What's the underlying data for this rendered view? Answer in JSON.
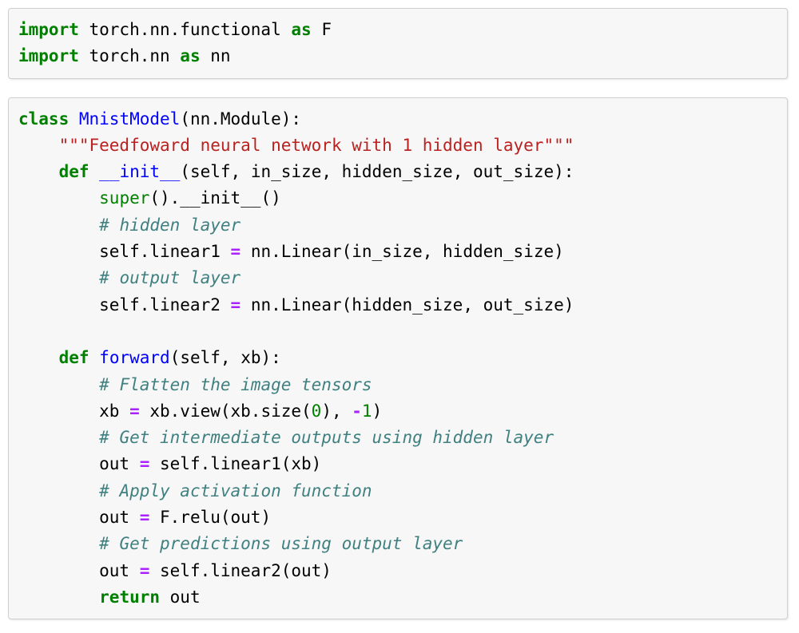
{
  "page": {
    "background": "#ffffff",
    "kind": "notebook-code-cells"
  },
  "theme": {
    "cell_background": "#f7f7f7",
    "cell_border": "#cfcfcf",
    "text": "#000000",
    "keyword": "#008000",
    "class_name": "#0000ff",
    "function_name": "#0000ff",
    "builtin": "#008000",
    "string": "#ba2121",
    "comment": "#408080",
    "operator": "#aa22ff",
    "number": "#008000"
  },
  "cells": [
    {
      "id": "cell-imports",
      "language": "python",
      "lines": [
        [
          {
            "t": "import",
            "c": "k"
          },
          {
            "t": " torch.nn.functional ",
            "c": "n"
          },
          {
            "t": "as",
            "c": "k"
          },
          {
            "t": " F",
            "c": "n"
          }
        ],
        [
          {
            "t": "import",
            "c": "k"
          },
          {
            "t": " torch.nn ",
            "c": "n"
          },
          {
            "t": "as",
            "c": "k"
          },
          {
            "t": " nn",
            "c": "n"
          }
        ]
      ],
      "plain_text": "import torch.nn.functional as F\nimport torch.nn as nn"
    },
    {
      "id": "cell-model",
      "language": "python",
      "lines": [
        [
          {
            "t": "class",
            "c": "k"
          },
          {
            "t": " ",
            "c": "n"
          },
          {
            "t": "MnistModel",
            "c": "nc"
          },
          {
            "t": "(nn.Module):",
            "c": "p"
          }
        ],
        [
          {
            "t": "    ",
            "c": "n"
          },
          {
            "t": "\"\"\"Feedfoward neural network with 1 hidden layer\"\"\"",
            "c": "s"
          }
        ],
        [
          {
            "t": "    ",
            "c": "n"
          },
          {
            "t": "def",
            "c": "k"
          },
          {
            "t": " ",
            "c": "n"
          },
          {
            "t": "__init__",
            "c": "nf"
          },
          {
            "t": "(self, in_size, hidden_size, out_size):",
            "c": "p"
          }
        ],
        [
          {
            "t": "        ",
            "c": "n"
          },
          {
            "t": "super",
            "c": "nb"
          },
          {
            "t": "().__init__()",
            "c": "p"
          }
        ],
        [
          {
            "t": "        ",
            "c": "n"
          },
          {
            "t": "# hidden layer",
            "c": "c1"
          }
        ],
        [
          {
            "t": "        self.linear1 ",
            "c": "n"
          },
          {
            "t": "=",
            "c": "o"
          },
          {
            "t": " nn.Linear(in_size, hidden_size)",
            "c": "n"
          }
        ],
        [
          {
            "t": "        ",
            "c": "n"
          },
          {
            "t": "# output layer",
            "c": "c1"
          }
        ],
        [
          {
            "t": "        self.linear2 ",
            "c": "n"
          },
          {
            "t": "=",
            "c": "o"
          },
          {
            "t": " nn.Linear(hidden_size, out_size)",
            "c": "n"
          }
        ],
        [
          {
            "t": "",
            "c": "n"
          }
        ],
        [
          {
            "t": "    ",
            "c": "n"
          },
          {
            "t": "def",
            "c": "k"
          },
          {
            "t": " ",
            "c": "n"
          },
          {
            "t": "forward",
            "c": "nf"
          },
          {
            "t": "(self, xb):",
            "c": "p"
          }
        ],
        [
          {
            "t": "        ",
            "c": "n"
          },
          {
            "t": "# Flatten the image tensors",
            "c": "c1"
          }
        ],
        [
          {
            "t": "        xb ",
            "c": "n"
          },
          {
            "t": "=",
            "c": "o"
          },
          {
            "t": " xb.view(xb.size(",
            "c": "n"
          },
          {
            "t": "0",
            "c": "mi"
          },
          {
            "t": "), ",
            "c": "p"
          },
          {
            "t": "-",
            "c": "o"
          },
          {
            "t": "1",
            "c": "mi"
          },
          {
            "t": ")",
            "c": "p"
          }
        ],
        [
          {
            "t": "        ",
            "c": "n"
          },
          {
            "t": "# Get intermediate outputs using hidden layer",
            "c": "c1"
          }
        ],
        [
          {
            "t": "        out ",
            "c": "n"
          },
          {
            "t": "=",
            "c": "o"
          },
          {
            "t": " self.linear1(xb)",
            "c": "n"
          }
        ],
        [
          {
            "t": "        ",
            "c": "n"
          },
          {
            "t": "# Apply activation function",
            "c": "c1"
          }
        ],
        [
          {
            "t": "        out ",
            "c": "n"
          },
          {
            "t": "=",
            "c": "o"
          },
          {
            "t": " F.relu(out)",
            "c": "n"
          }
        ],
        [
          {
            "t": "        ",
            "c": "n"
          },
          {
            "t": "# Get predictions using output layer",
            "c": "c1"
          }
        ],
        [
          {
            "t": "        out ",
            "c": "n"
          },
          {
            "t": "=",
            "c": "o"
          },
          {
            "t": " self.linear2(out)",
            "c": "n"
          }
        ],
        [
          {
            "t": "        ",
            "c": "n"
          },
          {
            "t": "return",
            "c": "k"
          },
          {
            "t": " out",
            "c": "n"
          }
        ]
      ],
      "plain_text": "class MnistModel(nn.Module):\n    \"\"\"Feedfoward neural network with 1 hidden layer\"\"\"\n    def __init__(self, in_size, hidden_size, out_size):\n        super().__init__()\n        # hidden layer\n        self.linear1 = nn.Linear(in_size, hidden_size)\n        # output layer\n        self.linear2 = nn.Linear(hidden_size, out_size)\n\n    def forward(self, xb):\n        # Flatten the image tensors\n        xb = xb.view(xb.size(0), -1)\n        # Get intermediate outputs using hidden layer\n        out = self.linear1(xb)\n        # Apply activation function\n        out = F.relu(out)\n        # Get predictions using output layer\n        out = self.linear2(out)\n        return out"
    }
  ]
}
